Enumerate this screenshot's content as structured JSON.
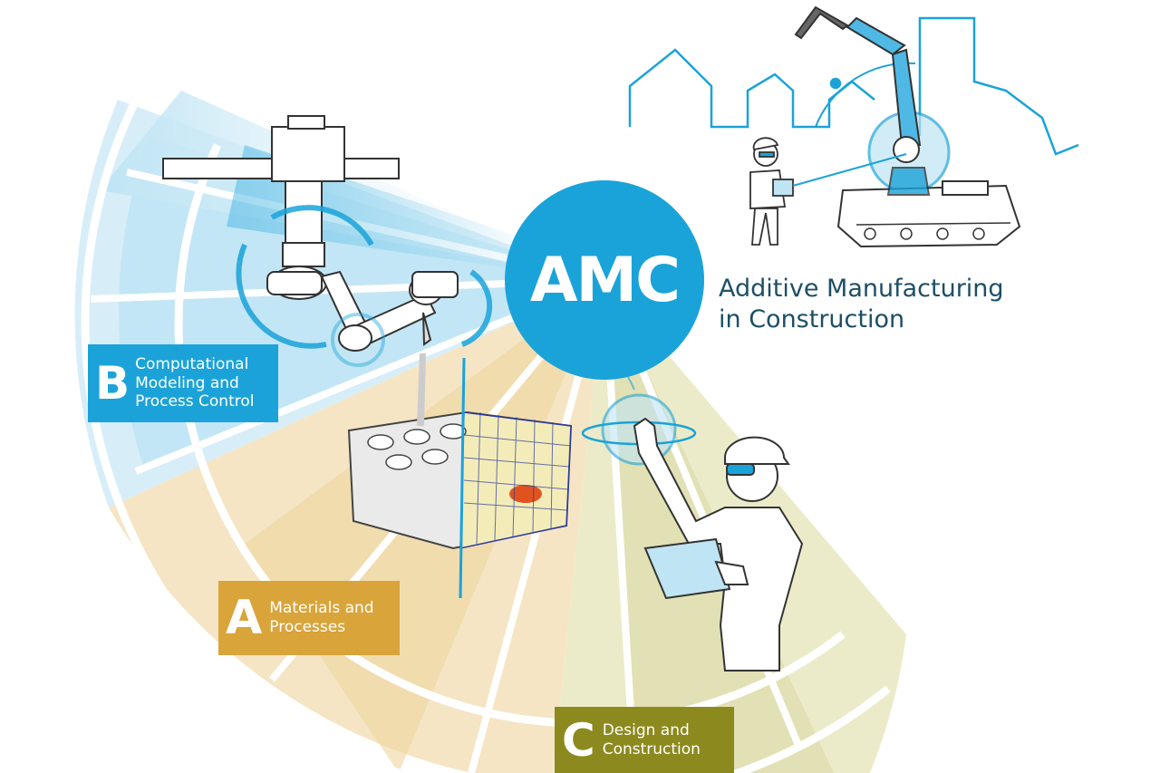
{
  "center": {
    "acronym": "AMC",
    "subtitle": "Additive Manufacturing\nin Construction"
  },
  "sections": {
    "b": {
      "letter": "B",
      "text": "Computational\nModeling and\nProcess Control"
    },
    "a": {
      "letter": "A",
      "text": "Materials and\nProcesses"
    },
    "c": {
      "letter": "C",
      "text": "Design and\nConstruction"
    }
  },
  "colors": {
    "blue": "#1aa3d9",
    "gold": "#d9a43a",
    "olive": "#8c8a1e",
    "dark_text": "#1c4f66"
  },
  "illustrations": [
    "gantry-robot-icon",
    "printed-wall-element-icon",
    "construction-robot-icon",
    "engineer-with-tablet-icon",
    "architect-with-vr-headset-icon",
    "building-outline-icon"
  ]
}
